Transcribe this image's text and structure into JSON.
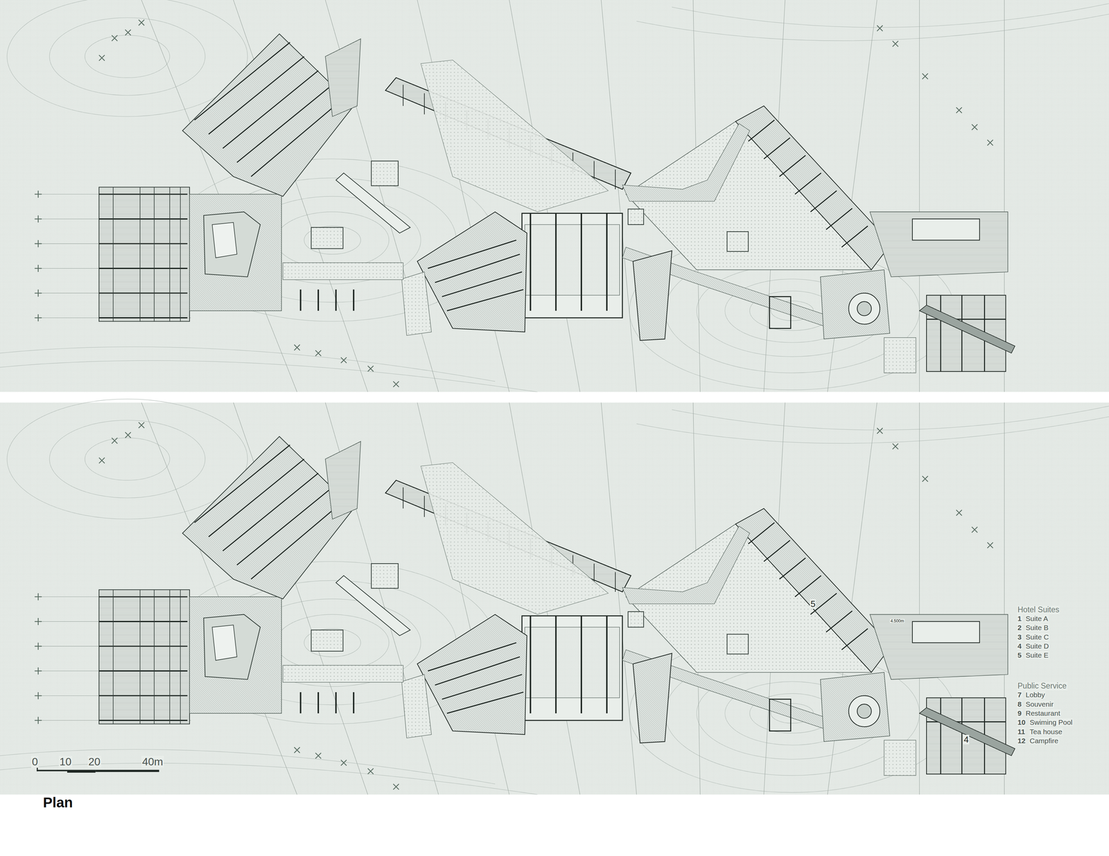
{
  "diagram": {
    "title": "Plan",
    "labels": [
      "0",
      "10",
      "20",
      "40m",
      "5",
      "4.500m",
      "4",
      "Hotel Suites",
      "1",
      "Suite A",
      "2",
      "Suite B",
      "3",
      "Suite C",
      "4",
      "Suite D",
      "5",
      "Suite E",
      "Public Service",
      "7",
      "Lobby",
      "8",
      "Souvenir",
      "9",
      "Restaurant",
      "10",
      "Swiming Pool",
      "11",
      "Tea house",
      "12",
      "Campfire"
    ]
  }
}
